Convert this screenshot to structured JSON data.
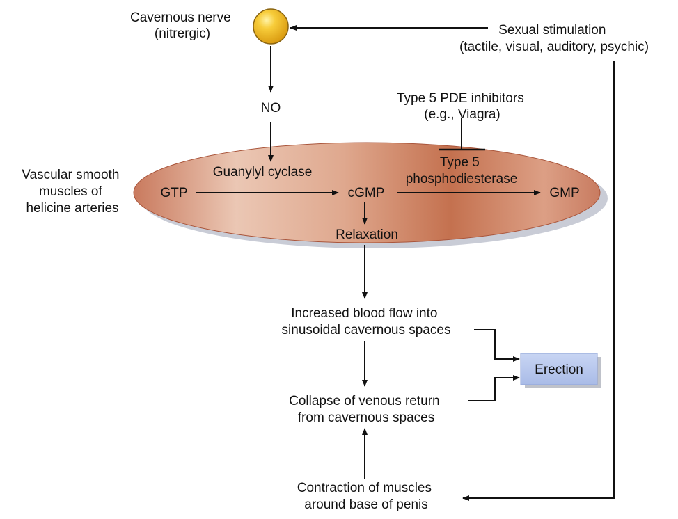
{
  "nodes": {
    "cavernous_nerve": [
      "Cavernous nerve",
      "(nitrergic)"
    ],
    "sexual_stimulation": [
      "Sexual stimulation",
      "(tactile, visual, auditory, psychic)"
    ],
    "no": "NO",
    "pde_inhibitors": [
      "Type 5 PDE inhibitors",
      "(e.g., Viagra)"
    ],
    "vascular_smooth_muscle": [
      "Vascular smooth",
      "muscles of",
      "helicine arteries"
    ],
    "guanylyl_cyclase": "Guanylyl cyclase",
    "gtp": "GTP",
    "cgmp": "cGMP",
    "pde5": [
      "Type 5",
      "phosphodiesterase"
    ],
    "gmp": "GMP",
    "relaxation": "Relaxation",
    "increased_blood_flow": [
      "Increased blood flow into",
      "sinusoidal cavernous spaces"
    ],
    "collapse_venous_return": [
      "Collapse of venous return",
      "from cavernous spaces"
    ],
    "contraction_muscles": [
      "Contraction of muscles",
      "around base of penis"
    ],
    "erection": "Erection"
  },
  "colors": {
    "ellipse_light": "#e9c3b0",
    "ellipse_mid": "#d4896e",
    "ellipse_dark": "#c26f53",
    "ellipse_shadow": "#c9ccd6",
    "nerve_ball": "#f2b41c",
    "erection_box": "#b7c7ec",
    "arrow": "#111111"
  }
}
